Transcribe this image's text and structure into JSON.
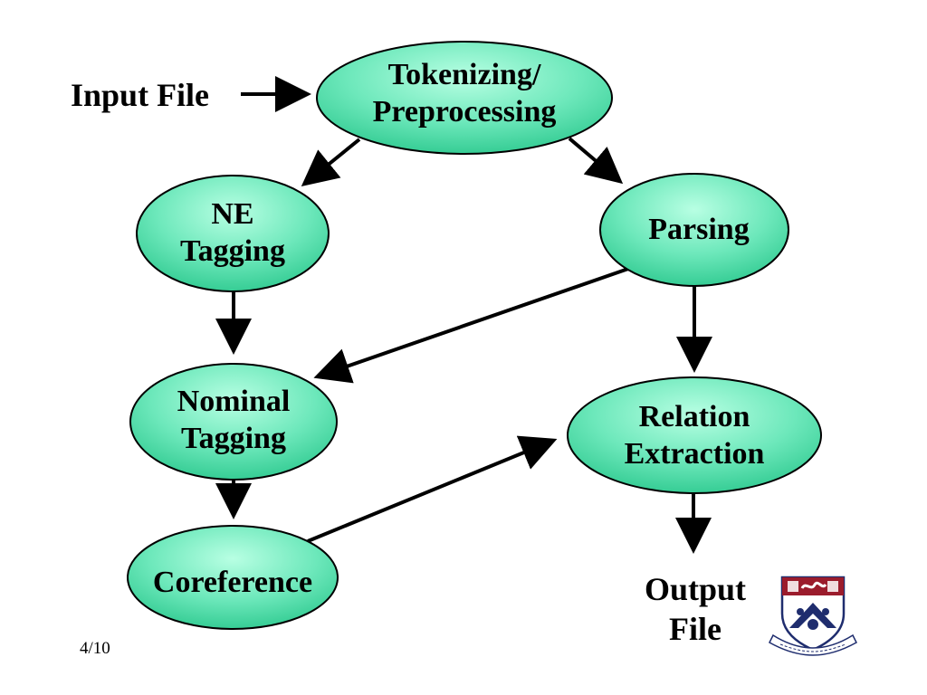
{
  "nodes": {
    "tokenizing": {
      "line1": "Tokenizing/",
      "line2": "Preprocessing"
    },
    "ne_tagging": {
      "line1": "NE",
      "line2": "Tagging"
    },
    "parsing": {
      "line1": "Parsing"
    },
    "nominal_tagging": {
      "line1": "Nominal",
      "line2": "Tagging"
    },
    "relation_extraction": {
      "line1": "Relation",
      "line2": "Extraction"
    },
    "coreference": {
      "line1": "Coreference"
    }
  },
  "input_label": "Input File",
  "output_label": {
    "line1": "Output",
    "line2": "File"
  },
  "slide_number": "4/10",
  "logo": {
    "name": "university-crest",
    "motto": "SINE MORIBUS"
  },
  "colors": {
    "node_fill": "#4fd9a8",
    "node_stroke": "#000000",
    "arrow": "#000000"
  },
  "edges": [
    [
      "input_file",
      "tokenizing"
    ],
    [
      "tokenizing",
      "ne_tagging"
    ],
    [
      "tokenizing",
      "parsing"
    ],
    [
      "ne_tagging",
      "nominal_tagging"
    ],
    [
      "parsing",
      "nominal_tagging"
    ],
    [
      "parsing",
      "relation_extraction"
    ],
    [
      "nominal_tagging",
      "coreference"
    ],
    [
      "coreference",
      "relation_extraction"
    ],
    [
      "relation_extraction",
      "output_file"
    ]
  ]
}
